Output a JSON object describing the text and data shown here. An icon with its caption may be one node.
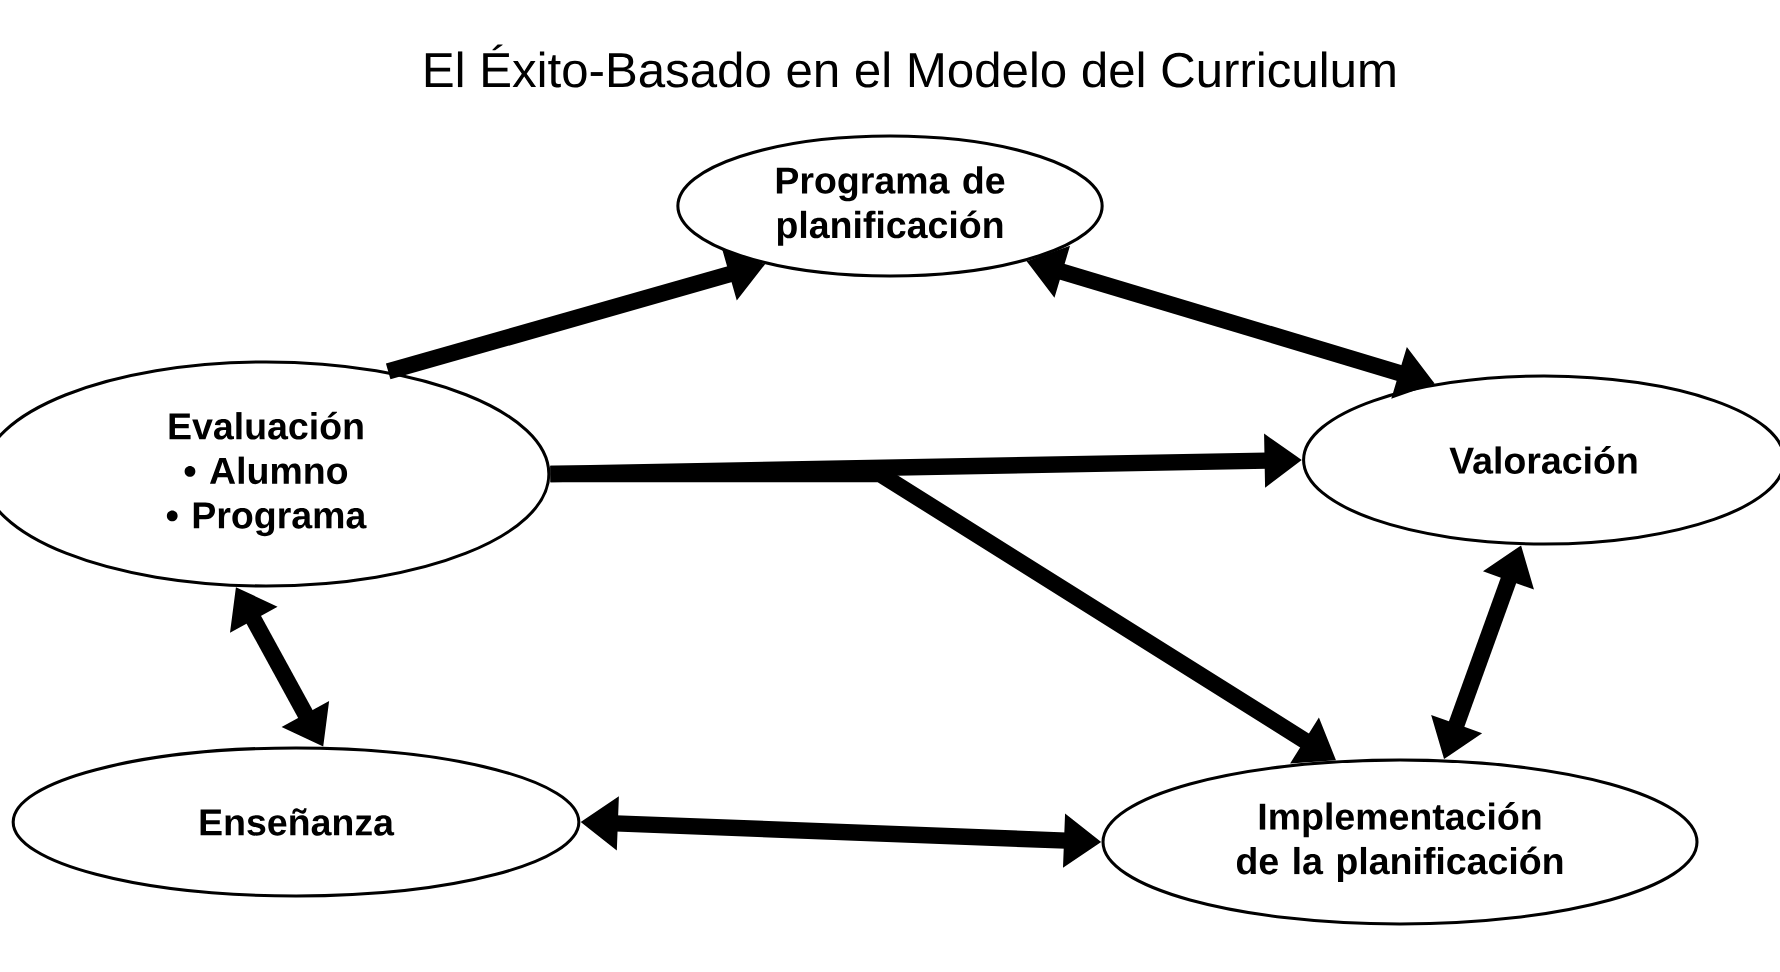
{
  "diagram": {
    "title": "El Éxito-Basado en el Modelo del Curriculum",
    "nodes": [
      {
        "text": [
          "Programa de planificación"
        ]
      },
      {
        "text": [
          "Evaluación",
          "• Alumno",
          "• Programa"
        ]
      },
      {
        "text": [
          "Valoración"
        ]
      },
      {
        "text": [
          "Enseñanza"
        ]
      },
      {
        "text": [
          "Implementación de la planificación"
        ]
      }
    ],
    "edges": [
      {
        "from": 1,
        "to": 0,
        "arrow": "to"
      },
      {
        "from": 0,
        "to": 2,
        "arrow": "both"
      },
      {
        "from": 1,
        "to": 2,
        "arrow": "to"
      },
      {
        "from": 1,
        "to": 4,
        "arrow": "to"
      },
      {
        "from": 2,
        "to": 4,
        "arrow": "both"
      },
      {
        "from": 1,
        "to": 3,
        "arrow": "both"
      },
      {
        "from": 3,
        "to": 4,
        "arrow": "both"
      }
    ]
  }
}
